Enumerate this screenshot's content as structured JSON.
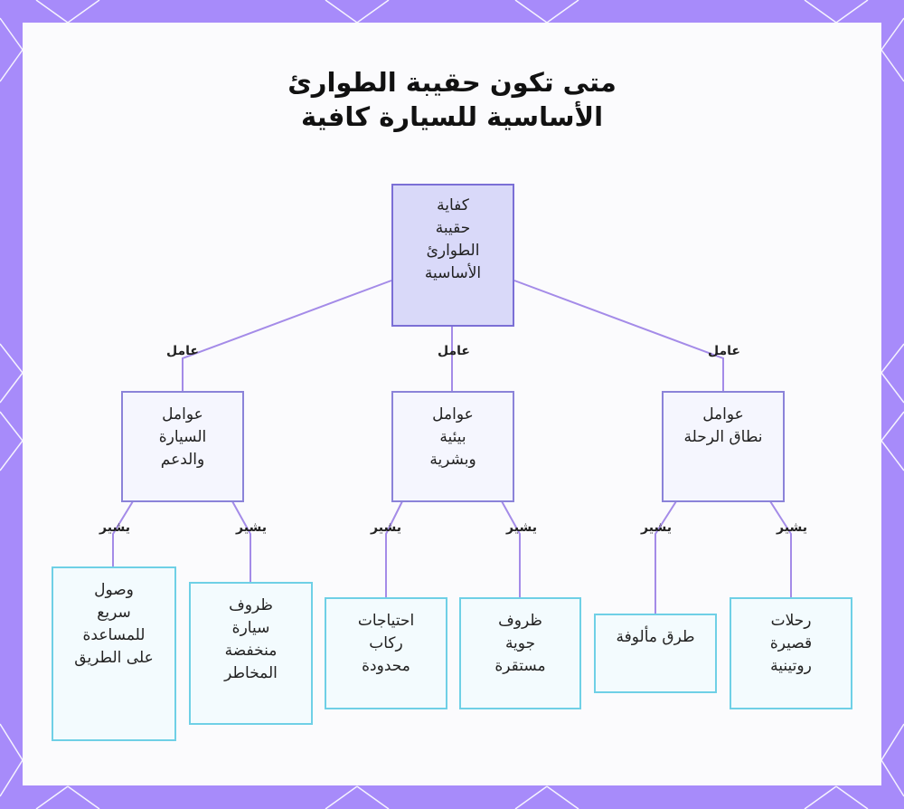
{
  "title": "متى تكون حقيبة الطوارئ\nالأساسية للسيارة كافية",
  "nodes": {
    "root": "كفاية\nحقيبة\nالطوارئ\nالأساسية",
    "car": "عوامل\nالسيارة\nوالدعم",
    "env": "عوامل\nبيئية\nوبشرية",
    "trip": "عوامل\nنطاق الرحلة",
    "fast_help": "وصول\nسريع\nللمساعدة\nعلى الطريق",
    "low_risk_car": "ظروف\nسيارة\nمنخفضة\nالمخاطر",
    "limited_needs": "احتياجات\nركاب\nمحدودة",
    "stable_weather": "ظروف\nجوية\nمستقرة",
    "familiar_roads": "طرق مألوفة",
    "short_trips": "رحلات\nقصيرة\nروتينية"
  },
  "edge_labels": {
    "factor": "عامل",
    "indicates": "يشير"
  },
  "colors": {
    "frame": "#a78bfa",
    "root_fill": "#d9d9f9",
    "leaf_border": "#6fd0e6",
    "edge": "#a48be8"
  }
}
